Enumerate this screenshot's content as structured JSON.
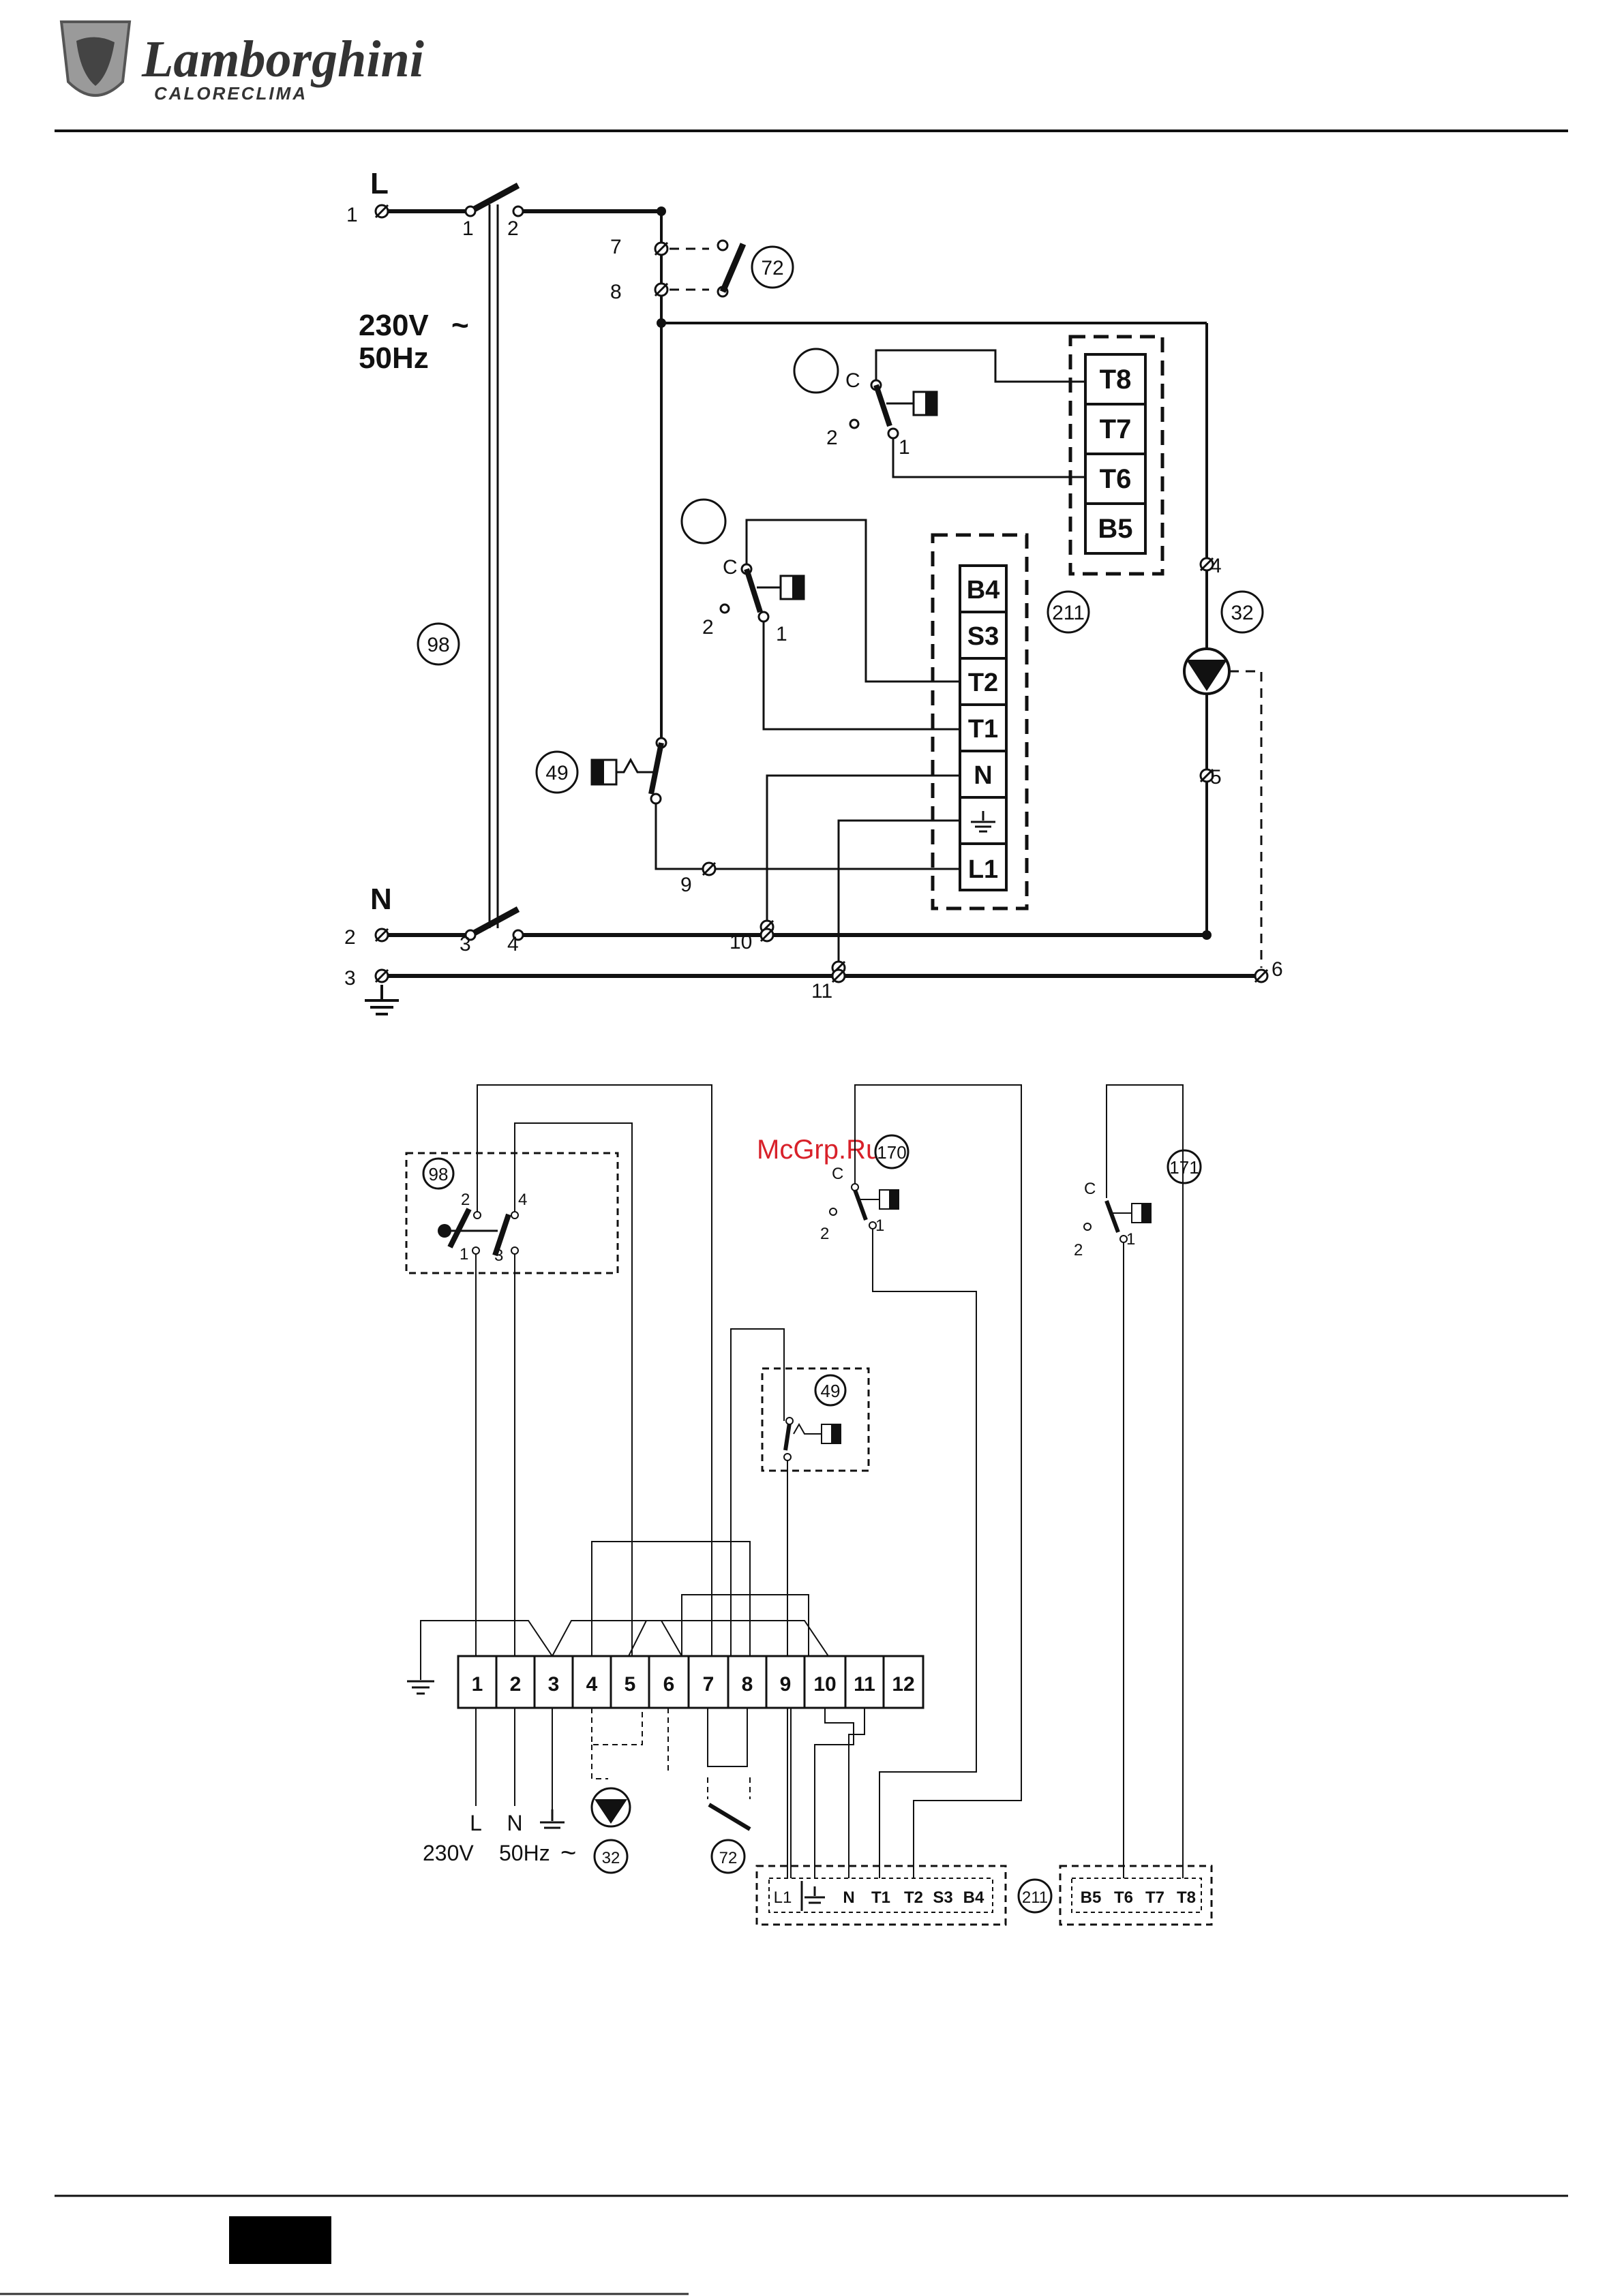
{
  "header": {
    "brand_name": "Lamborghini",
    "brand_sub": "CALORECLIMA"
  },
  "watermark": "McGrp.Ru",
  "top": {
    "supply_label_1": "230V",
    "supply_label_2": "50Hz",
    "line_label": "L",
    "neutral_label": "N",
    "left_numbers": [
      "1",
      "2",
      "3"
    ],
    "switch_pins": [
      "1",
      "2",
      "3",
      "4"
    ],
    "nodes": [
      "7",
      "8",
      "4",
      "5",
      "9",
      "10",
      "11",
      "6"
    ],
    "contact_labels": [
      "C",
      "2",
      "1",
      "C",
      "2",
      "1"
    ],
    "terminals_a": [
      "T8",
      "T7",
      "T6",
      "B5"
    ],
    "terminals_b": [
      "B4",
      "S3",
      "T2",
      "T1",
      "N",
      "L1"
    ],
    "refs": [
      "72",
      "211",
      "32",
      "98",
      "49"
    ]
  },
  "bottom": {
    "ref_98": "98",
    "pins_98": [
      "2",
      "4",
      "1",
      "3"
    ],
    "ref_170": "170",
    "ref_171": "171",
    "contact_labels": [
      "C",
      "2",
      "1",
      "C",
      "2",
      "1"
    ],
    "ref_49": "49",
    "terminal_block": [
      "1",
      "2",
      "3",
      "4",
      "5",
      "6",
      "7",
      "8",
      "9",
      "10",
      "11",
      "12"
    ],
    "supply_L": "L",
    "supply_N": "N",
    "supply_1": "230V",
    "supply_2": "50Hz",
    "ref_32": "32",
    "ref_72": "72",
    "ref_211": "211",
    "strip_211": [
      "L1",
      "N",
      "T1",
      "T2",
      "S3",
      "B4"
    ],
    "strip_b": [
      "B5",
      "T6",
      "T7",
      "T8"
    ]
  }
}
